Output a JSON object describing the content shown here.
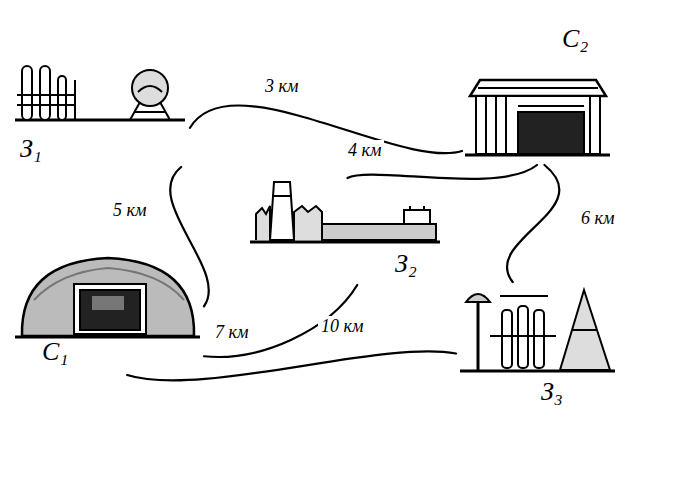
{
  "diagram": {
    "nodes": [
      {
        "text": [
          "З₁"
        ]
      },
      {
        "text": [
          "С₂"
        ]
      },
      {
        "text": [
          "З₂"
        ]
      },
      {
        "text": [
          "С₁"
        ]
      },
      {
        "text": [
          "З₃"
        ]
      }
    ],
    "edges": [
      {
        "from": 0,
        "to": 1,
        "arrow": "none",
        "label": "3 км"
      },
      {
        "from": 0,
        "to": 3,
        "arrow": "none",
        "label": "5 км"
      },
      {
        "from": 2,
        "to": 1,
        "arrow": "none",
        "label": "4 км"
      },
      {
        "from": 3,
        "to": 2,
        "arrow": "none",
        "label": "7 км"
      },
      {
        "from": 3,
        "to": 4,
        "arrow": "none",
        "label": "10 км"
      },
      {
        "from": 1,
        "to": 4,
        "arrow": "none",
        "label": "6 км"
      }
    ]
  }
}
